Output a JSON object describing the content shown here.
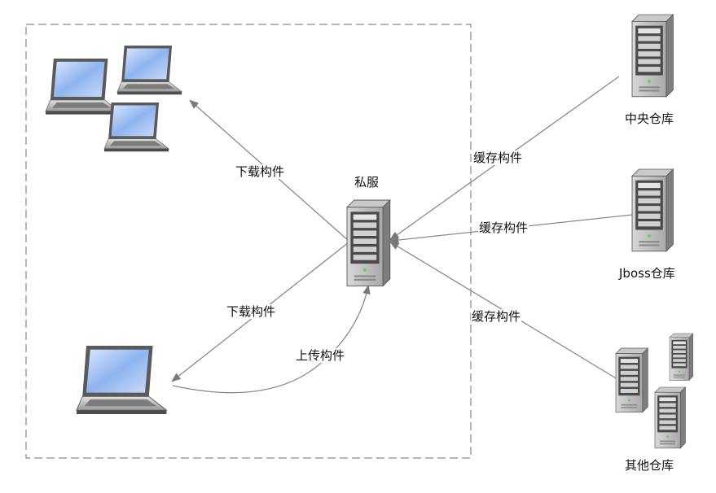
{
  "diagram": {
    "nodes": {
      "private_server": "私服",
      "central_repo": "中央仓库",
      "jboss_repo": "Jboss仓库",
      "other_repo": "其他仓库"
    },
    "edges": {
      "download_top": "下载构件",
      "download_bottom": "下载构件",
      "upload": "上传构件",
      "cache_central": "缓存构件",
      "cache_jboss": "缓存构件",
      "cache_other": "缓存构件"
    }
  }
}
